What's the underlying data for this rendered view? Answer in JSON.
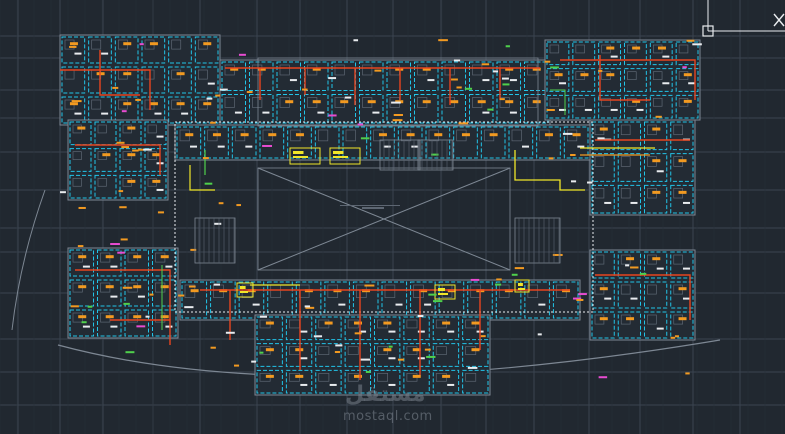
{
  "app": {
    "type": "CAD model space",
    "background": "#212830"
  },
  "watermark": {
    "arabic": "مستقل",
    "domain": "mostaql.com"
  },
  "colors": {
    "grid": "#3b4450",
    "wall": "#7d8793",
    "cyan": "#22c4e8",
    "red": "#e8451f",
    "orange": "#f29a21",
    "yellow": "#f0e629",
    "green": "#4fd04c",
    "white": "#e9ecef",
    "magenta": "#e84cd1",
    "crosshair": "#e9ecef"
  },
  "icons": {
    "cursor": "crosshair-pickbox-icon",
    "close": "close-x-icon"
  }
}
